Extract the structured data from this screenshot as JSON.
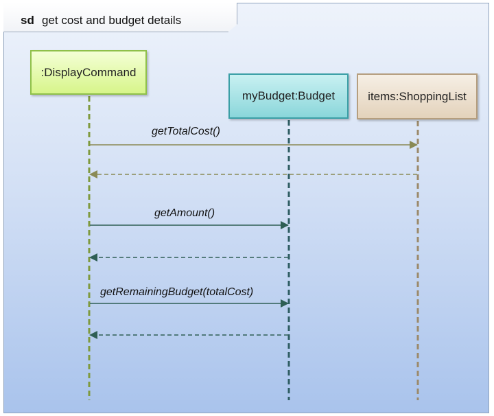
{
  "frame": {
    "keyword": "sd",
    "title": "get cost and budget details"
  },
  "lifelines": {
    "display_command": ":DisplayCommand",
    "budget": "myBudget:Budget",
    "shopping_list": "items:ShoppingList"
  },
  "messages": {
    "get_total_cost": "getTotalCost()",
    "get_amount": "getAmount()",
    "get_remaining_budget": "getRemainingBudget(totalCost)"
  },
  "colors": {
    "display_command_line": "#7f9a3e",
    "budget_line": "#2f5d63",
    "shopping_list_line": "#9c8a6b",
    "total_cost_arrow": "#8a8a55",
    "budget_arrow": "#2f5f55"
  }
}
